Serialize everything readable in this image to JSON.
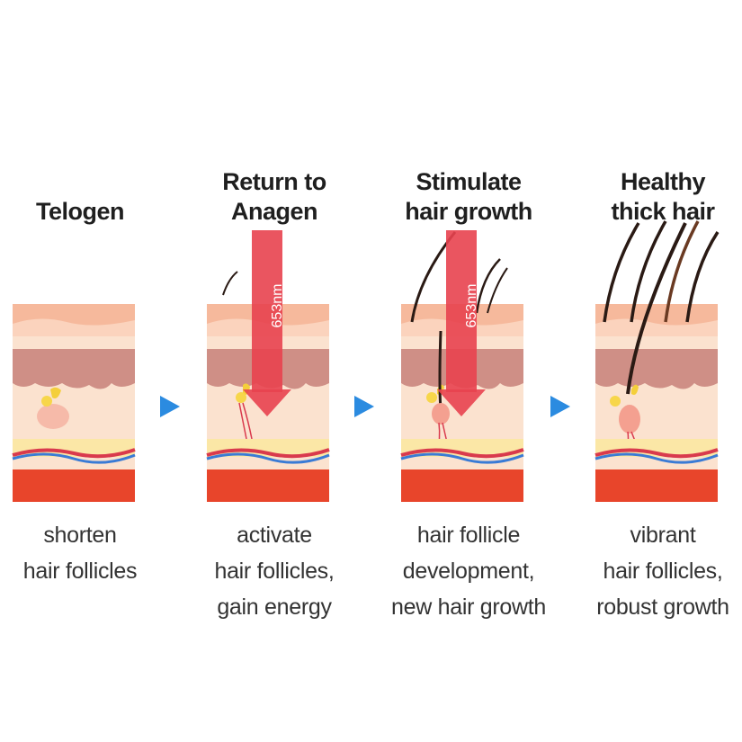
{
  "stages": [
    {
      "title": "Telogen",
      "caption": "shorten\nhair follicles",
      "wavelength": ""
    },
    {
      "title": "Return to\nAnagen",
      "caption": "activate\nhair follicles,\ngain energy",
      "wavelength": "653nm"
    },
    {
      "title": "Stimulate\nhair growth",
      "caption": "hair follicle\ndevelopment,\nnew hair growth",
      "wavelength": "653nm"
    },
    {
      "title": "Healthy\nthick hair",
      "caption": "vibrant\nhair follicles,\nrobust growth",
      "wavelength": ""
    }
  ],
  "colors": {
    "arrow": "#2b8be0",
    "light_beam": "#e8424f",
    "skin_top": "#f8c6a8",
    "dermis": "#cf8f86",
    "fat": "#fbe7a6",
    "artery": "#d93a4d",
    "vein": "#3a7bd5",
    "muscle": "#e8452b",
    "hair": "#2a1a14"
  }
}
